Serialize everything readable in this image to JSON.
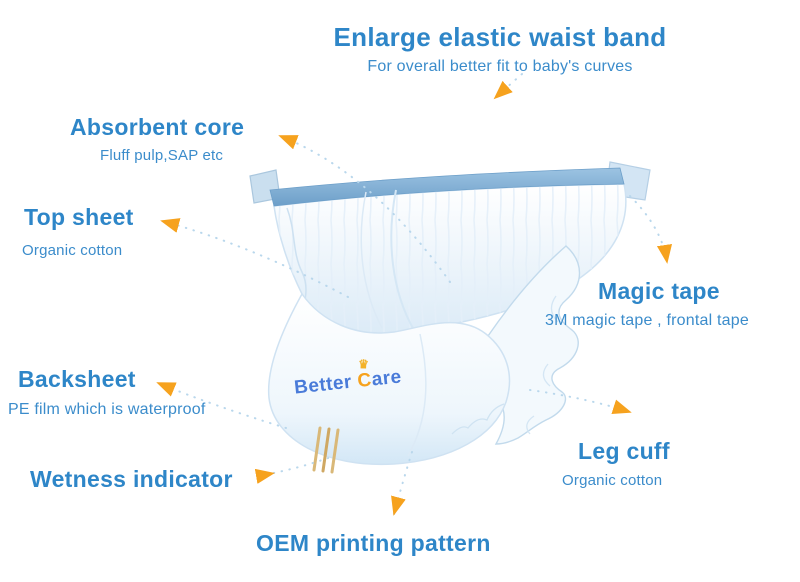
{
  "logo": {
    "part1": "Better ",
    "part2": "C",
    "part3": "are"
  },
  "labels": {
    "waistband": {
      "title": "Enlarge elastic waist band",
      "subtitle": "For overall better fit to baby's curves"
    },
    "absorbent_core": {
      "title": "Absorbent core",
      "subtitle": "Fluff pulp,SAP etc"
    },
    "top_sheet": {
      "title": "Top sheet",
      "subtitle": "Organic cotton"
    },
    "backsheet": {
      "title": "Backsheet",
      "subtitle": "PE film which is waterproof"
    },
    "wetness_indicator": {
      "title": "Wetness indicator"
    },
    "oem": {
      "title": "OEM printing pattern"
    },
    "magic_tape": {
      "title": "Magic tape",
      "subtitle": "3M magic tape , frontal tape"
    },
    "leg_cuff": {
      "title": "Leg cuff",
      "subtitle": "Organic cotton"
    }
  },
  "colors": {
    "heading_blue": "#2e86c8",
    "arrow_orange": "#f6a21e",
    "connector_blue": "#b9d7ec",
    "diaper_band_blue": "#7fb0d6",
    "wetness_stripe_gold": "#d9b878",
    "logo_blue": "#4a7bd9",
    "logo_orange": "#f6a21e"
  }
}
